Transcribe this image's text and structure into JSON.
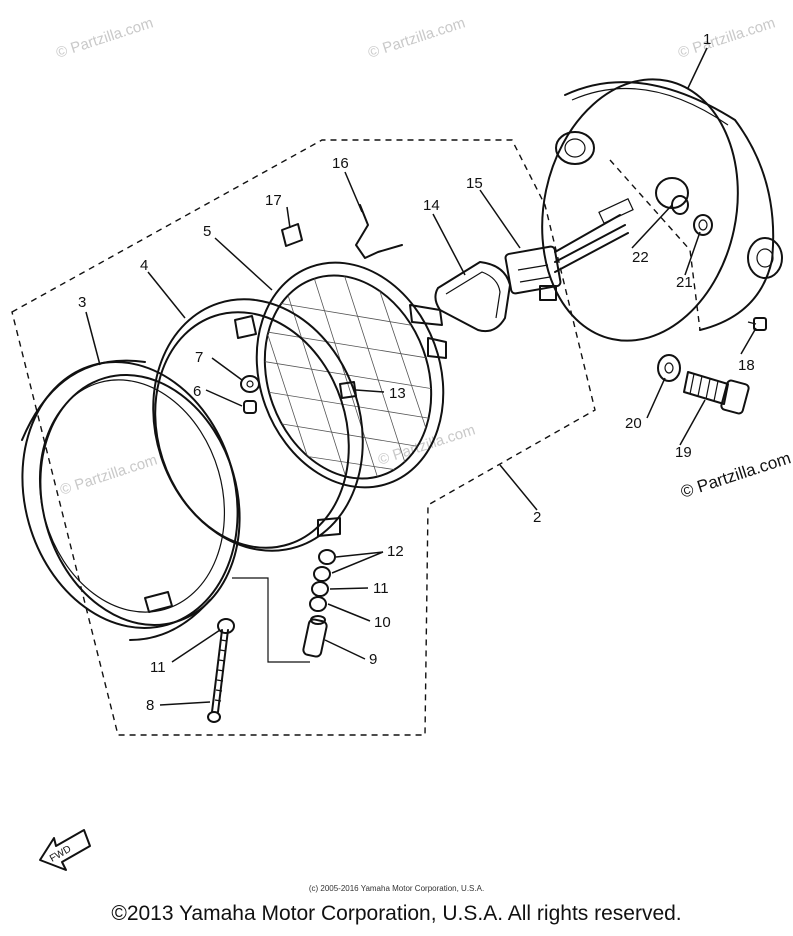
{
  "watermarks": {
    "top_left": "© Partzilla.com",
    "top_center": "© Partzilla.com",
    "top_right": "© Partzilla.com",
    "center": "© Partzilla.com",
    "left": "© Partzilla.com",
    "right_edge": "© Partzilla.com"
  },
  "callouts": [
    "1",
    "2",
    "3",
    "4",
    "5",
    "6",
    "7",
    "8",
    "9",
    "10",
    "11",
    "11",
    "12",
    "13",
    "14",
    "15",
    "16",
    "17",
    "18",
    "19",
    "20",
    "21",
    "22"
  ],
  "fwd_label": "FWD",
  "small_copyright": "(c) 2005-2016 Yamaha Motor Corporation, U.S.A.",
  "footer_copyright": "©2013 Yamaha Motor Corporation, U.S.A. All rights reserved."
}
